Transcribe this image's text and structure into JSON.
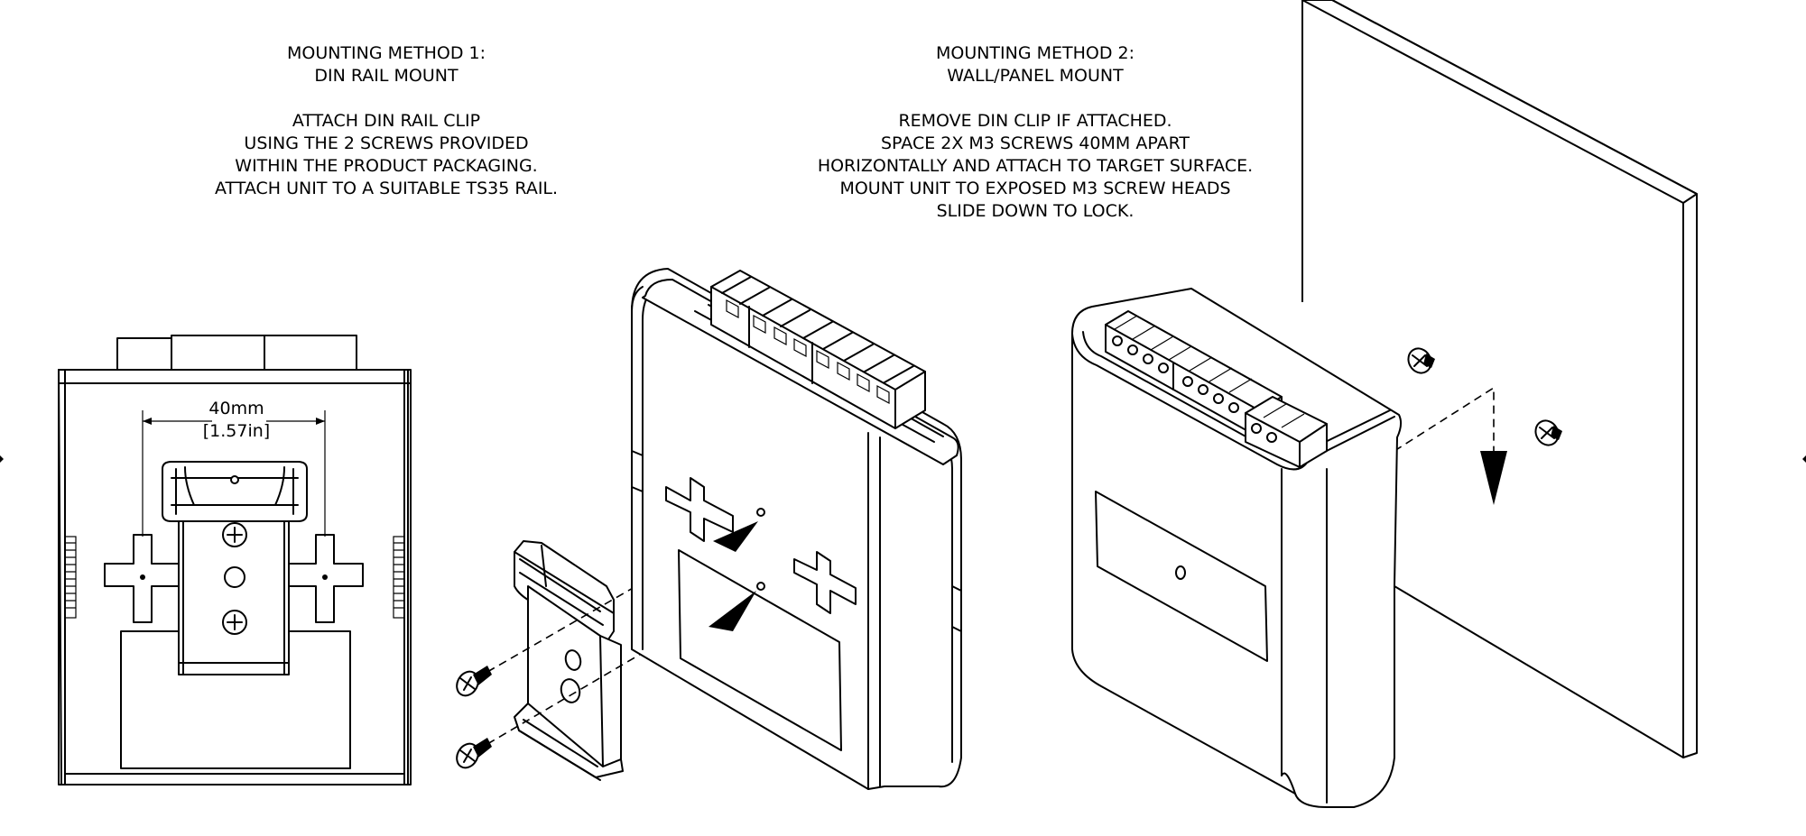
{
  "method1": {
    "title": "MOUNTING METHOD 1:",
    "subtitle": "DIN RAIL MOUNT",
    "instructions": [
      "ATTACH DIN RAIL CLIP",
      "USING THE 2 SCREWS PROVIDED",
      "WITHIN THE PRODUCT PACKAGING.",
      "ATTACH UNIT TO A SUITABLE TS35 RAIL."
    ]
  },
  "method2": {
    "title": "MOUNTING METHOD 2:",
    "subtitle": "WALL/PANEL MOUNT",
    "instructions": [
      "REMOVE DIN CLIP IF ATTACHED.",
      "SPACE 2X M3 SCREWS 40MM APART",
      "HORIZONTALLY AND ATTACH TO TARGET SURFACE.",
      "MOUNT UNIT TO EXPOSED M3 SCREW HEADS",
      "SLIDE DOWN TO LOCK."
    ]
  },
  "dimension": {
    "metric": "40mm",
    "imperial": "[1.57in]"
  }
}
